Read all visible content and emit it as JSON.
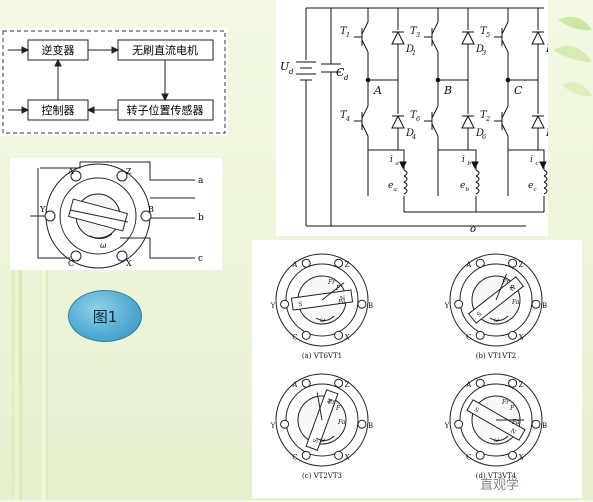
{
  "block_diagram": {
    "inverter": "逆变器",
    "motor": "无刷直流电机",
    "controller": "控制器",
    "sensor": "转子位置传感器"
  },
  "figure_label": "图1",
  "motor_sketch": {
    "terminals": [
      "a",
      "b",
      "c"
    ],
    "poles": [
      "A",
      "B",
      "C",
      "X",
      "Y",
      "Z"
    ],
    "omega": "ω"
  },
  "circuit": {
    "supply": "U",
    "supply_sub": "d",
    "capacitor": "C",
    "capacitor_sub": "d",
    "transistors": [
      {
        "base": "T",
        "sub": "1"
      },
      {
        "base": "T",
        "sub": "3"
      },
      {
        "base": "T",
        "sub": "5"
      },
      {
        "base": "T",
        "sub": "4"
      },
      {
        "base": "T",
        "sub": "6"
      },
      {
        "base": "T",
        "sub": "2"
      }
    ],
    "diodes": [
      {
        "base": "D",
        "sub": "1"
      },
      {
        "base": "D",
        "sub": "3"
      },
      {
        "base": "D",
        "sub": "5"
      },
      {
        "base": "D",
        "sub": "4"
      },
      {
        "base": "D",
        "sub": "6"
      },
      {
        "base": "D",
        "sub": "2"
      }
    ],
    "phase_nodes": [
      "A",
      "B",
      "C"
    ],
    "currents": [
      {
        "base": "i",
        "sub": "a"
      },
      {
        "base": "i",
        "sub": "b"
      },
      {
        "base": "i",
        "sub": "c"
      }
    ],
    "emfs": [
      {
        "base": "e",
        "sub": "a"
      },
      {
        "base": "e",
        "sub": "b"
      },
      {
        "base": "e",
        "sub": "c"
      }
    ],
    "neutral": "o"
  },
  "positions": {
    "captions": [
      "(a) VT6VT1",
      "(b) VT1VT2",
      "(c) VT2VT3",
      "(d) VT3VT4"
    ],
    "pole_letters": [
      "A",
      "B",
      "C",
      "X",
      "Y",
      "Z"
    ],
    "rotor": [
      "S",
      "N"
    ],
    "flux_labels": [
      "F",
      "Fr",
      "Fa",
      "ω"
    ]
  },
  "watermark": "直观学"
}
